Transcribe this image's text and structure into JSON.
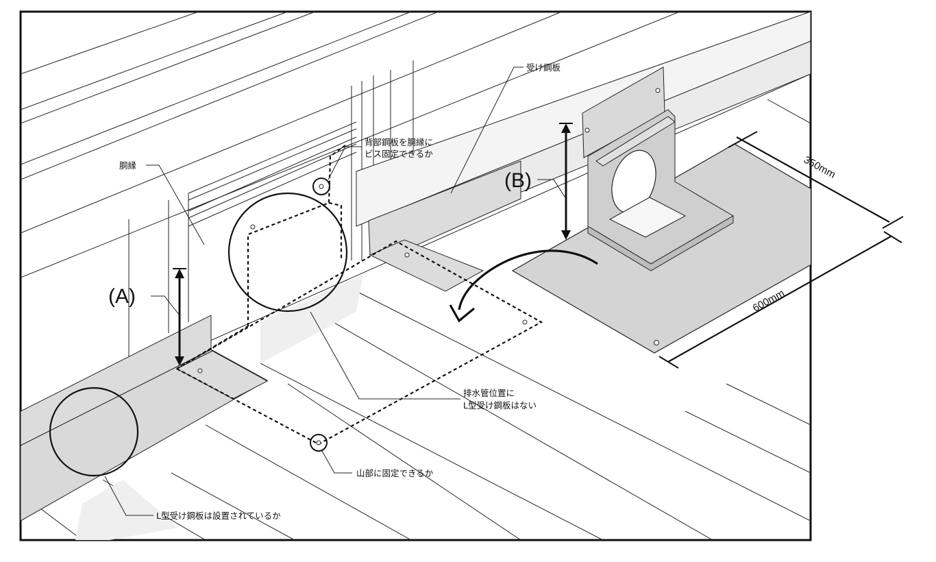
{
  "labels": {
    "receiving_plate": "受け鋼板",
    "back_plate_line1": "背部鋼板を胴縁に",
    "back_plate_line2": "ビス固定できるか",
    "girth": "胴縁",
    "dim_a": "(A)",
    "dim_b": "(B)",
    "drain_line1": "排水管位置に",
    "drain_line2": "L型受け鋼板はない",
    "ridge_fix": "山部に固定できるか",
    "l_plate_installed": "L型受け鋼板は設置されているか",
    "width_350": "350mm",
    "length_600": "600mm"
  },
  "colors": {
    "plate_fill": "#d6d6d6",
    "light_fill": "#ececec",
    "line": "#222222"
  }
}
